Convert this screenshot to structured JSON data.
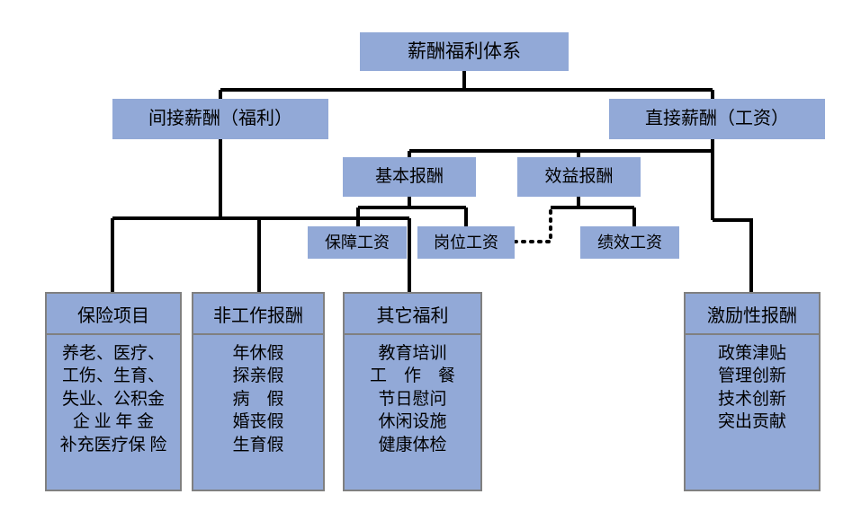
{
  "diagram": {
    "title": "薪酬福利体系",
    "colors": {
      "node_fill": "#92a9d7",
      "panel_border": "#808080",
      "line": "#000000",
      "background": "#ffffff"
    },
    "root": {
      "label": "薪酬福利体系"
    },
    "level2": [
      {
        "label": "间接薪酬（福利）"
      },
      {
        "label": "直接薪酬（工资）"
      }
    ],
    "level3": [
      {
        "label": "基本报酬"
      },
      {
        "label": "效益报酬"
      }
    ],
    "level4": [
      {
        "label": "保障工资"
      },
      {
        "label": "岗位工资"
      },
      {
        "label": "绩效工资"
      }
    ],
    "panels": [
      {
        "title": "保险项目",
        "items": [
          "养老、医疗、",
          "工伤、生育、",
          "失业、公积金",
          "企 业 年 金",
          "补充医疗保 险"
        ]
      },
      {
        "title": "非工作报酬",
        "items": [
          "年休假",
          "探亲假",
          "病　假",
          "婚丧假",
          "生育假"
        ]
      },
      {
        "title": "其它福利",
        "items": [
          "教育培训",
          "工　作　餐",
          "节日慰问",
          "休闲设施",
          "健康体检"
        ]
      },
      {
        "title": "激励性报酬",
        "items": [
          "政策津贴",
          "管理创新",
          "技术创新",
          "突出贡献"
        ]
      }
    ]
  }
}
